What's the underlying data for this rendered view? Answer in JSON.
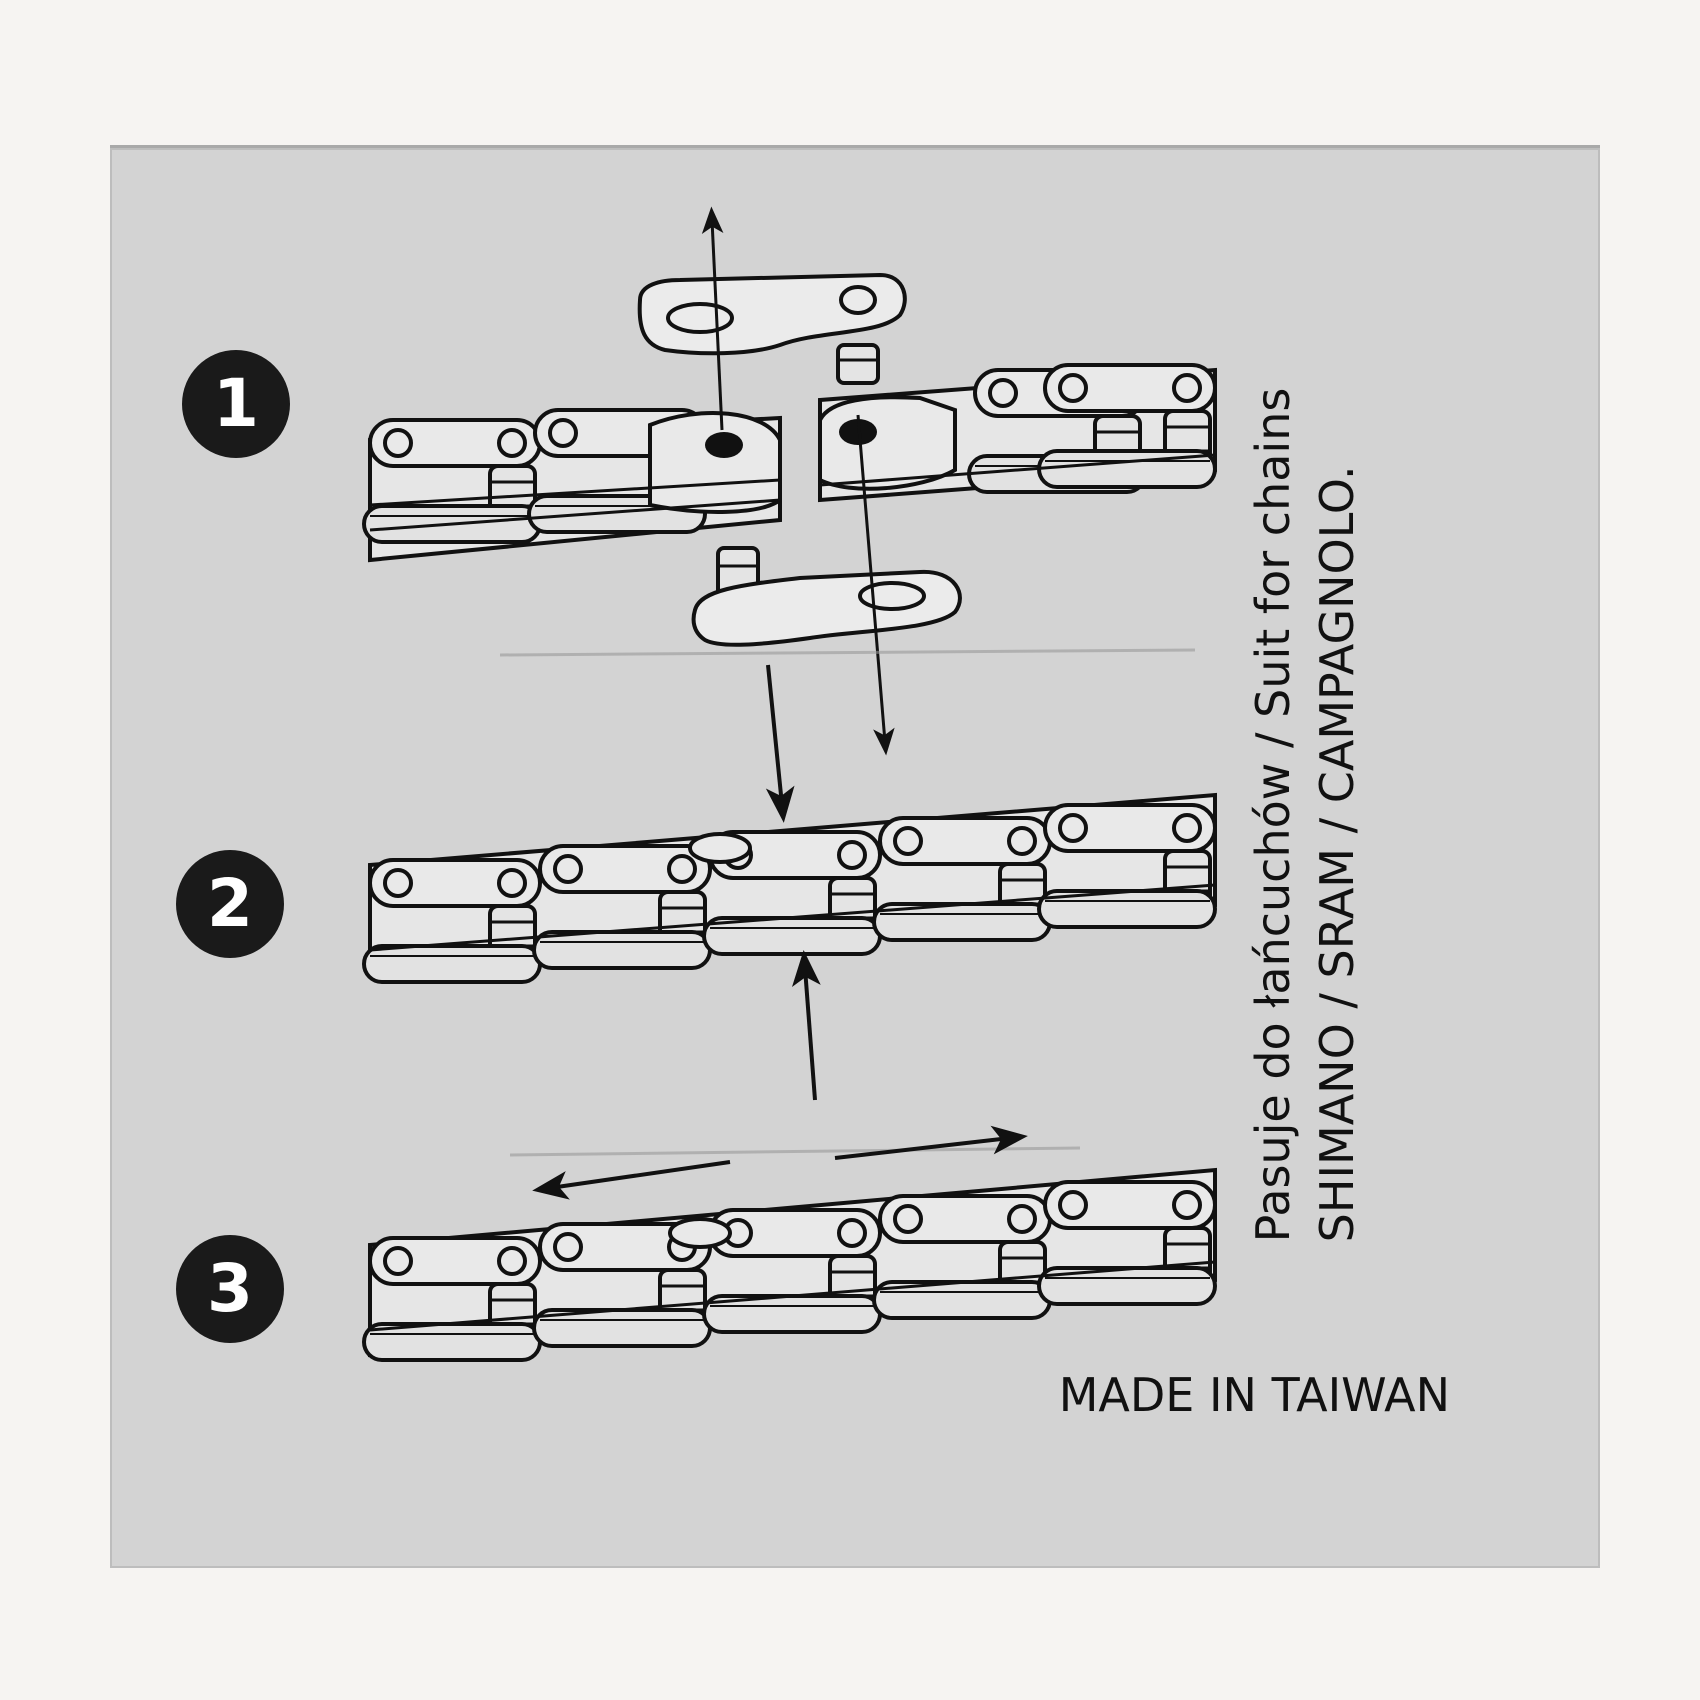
{
  "steps": [
    {
      "number": "1"
    },
    {
      "number": "2"
    },
    {
      "number": "3"
    }
  ],
  "compatibility": {
    "line1": "Pasuje do łańcuchów / Suit for chains",
    "line2": "SHIMANO / SRAM / CAMPAGNOLO."
  },
  "origin": "MADE IN TAIWAN",
  "colors": {
    "card": "#d3d3d3",
    "ink": "#111111",
    "badge": "#1a1a1a"
  }
}
